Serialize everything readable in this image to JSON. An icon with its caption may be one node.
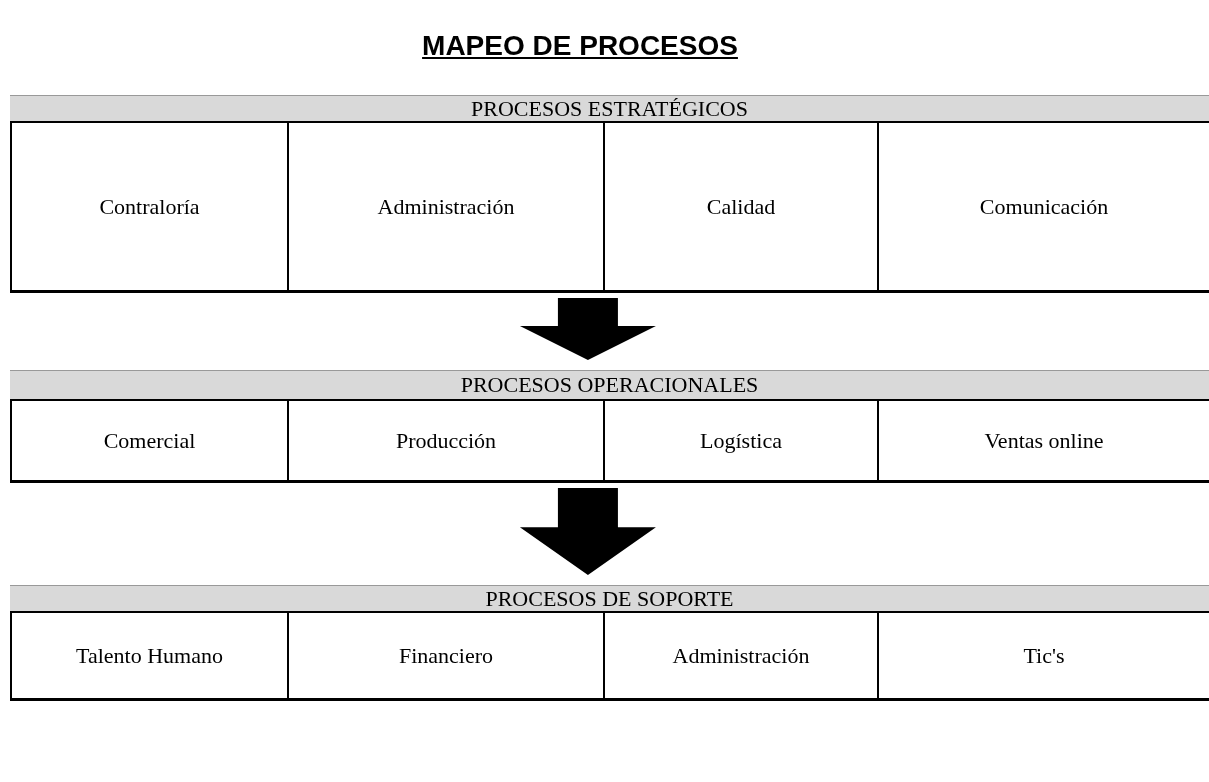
{
  "diagram": {
    "title": "MAPEO DE PROCESOS",
    "nodes": [
      {
        "text": [
          "PROCESOS ESTRATÉGICOS"
        ]
      },
      {
        "text": [
          "Contraloría"
        ],
        "in": 0
      },
      {
        "text": [
          "Administración"
        ],
        "in": 0
      },
      {
        "text": [
          "Calidad"
        ],
        "in": 0
      },
      {
        "text": [
          "Comunicación"
        ],
        "in": 0
      },
      {
        "text": [
          "PROCESOS OPERACIONALES"
        ]
      },
      {
        "text": [
          "Comercial"
        ],
        "in": 5
      },
      {
        "text": [
          "Producción"
        ],
        "in": 5
      },
      {
        "text": [
          "Logística"
        ],
        "in": 5
      },
      {
        "text": [
          "Ventas online"
        ],
        "in": 5
      },
      {
        "text": [
          "PROCESOS DE SOPORTE"
        ]
      },
      {
        "text": [
          "Talento Humano"
        ],
        "in": 10
      },
      {
        "text": [
          "Financiero"
        ],
        "in": 10
      },
      {
        "text": [
          "Administración"
        ],
        "in": 10
      },
      {
        "text": [
          "Tic's"
        ],
        "in": 10
      }
    ],
    "edges": [
      {
        "from": 0,
        "to": 5,
        "arrow": "to"
      },
      {
        "from": 5,
        "to": 10,
        "arrow": "to"
      }
    ]
  }
}
